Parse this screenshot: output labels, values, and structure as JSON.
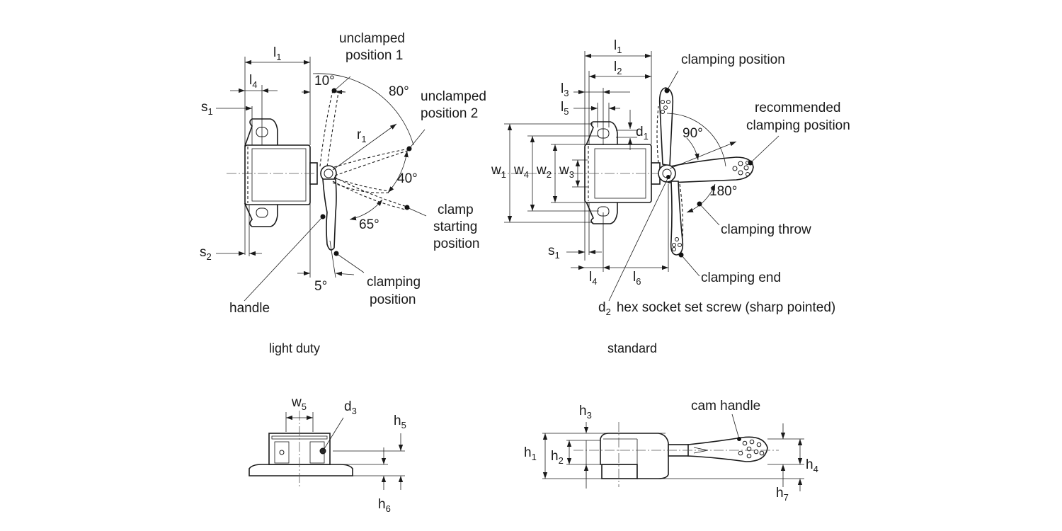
{
  "light_duty": {
    "caption": "light duty",
    "dims": {
      "l1": [
        "l",
        "1"
      ],
      "l4": [
        "l",
        "4"
      ],
      "s1": [
        "s",
        "1"
      ],
      "s2": [
        "s",
        "2"
      ],
      "r1": [
        "r",
        "1"
      ]
    },
    "angles": {
      "a10": "10°",
      "a80": "80°",
      "a40": "40°",
      "a65": "65°",
      "a5": "5°"
    },
    "callouts": {
      "unclamped1_line1": "unclamped",
      "unclamped1_line2": "position 1",
      "unclamped2_line1": "unclamped",
      "unclamped2_line2": "position 2",
      "clamp_start_line1": "clamp",
      "clamp_start_line2": "starting",
      "clamp_start_line3": "position",
      "clamping_pos_line1": "clamping",
      "clamping_pos_line2": "position",
      "handle": "handle"
    }
  },
  "standard": {
    "caption": "standard",
    "dims": {
      "l1": [
        "l",
        "1"
      ],
      "l2": [
        "l",
        "2"
      ],
      "l3": [
        "l",
        "3"
      ],
      "l5": [
        "l",
        "5"
      ],
      "d1": [
        "d",
        "1"
      ],
      "w1": [
        "w",
        "1"
      ],
      "w4": [
        "w",
        "4"
      ],
      "w2": [
        "w",
        "2"
      ],
      "w3": [
        "w",
        "3"
      ],
      "s1": [
        "s",
        "1"
      ],
      "l4": [
        "l",
        "4"
      ],
      "l6": [
        "l",
        "6"
      ],
      "d2": [
        "d",
        "2"
      ]
    },
    "angles": {
      "a90": "90°",
      "a180": "180°"
    },
    "callouts": {
      "clamping_position": "clamping position",
      "recommended_line1": "recommended",
      "recommended_line2": "clamping position",
      "clamping_throw": "clamping throw",
      "clamping_end": "clamping end",
      "hex_screw": "hex socket set screw (sharp pointed)"
    }
  },
  "side_light": {
    "dims": {
      "w5": [
        "w",
        "5"
      ],
      "d3": [
        "d",
        "3"
      ],
      "h5": [
        "h",
        "5"
      ],
      "h6": [
        "h",
        "6"
      ]
    }
  },
  "side_standard": {
    "dims": {
      "h3": [
        "h",
        "3"
      ],
      "h1": [
        "h",
        "1"
      ],
      "h2": [
        "h",
        "2"
      ],
      "h4": [
        "h",
        "4"
      ],
      "h7": [
        "h",
        "7"
      ]
    },
    "callouts": {
      "cam_handle": "cam handle"
    }
  }
}
